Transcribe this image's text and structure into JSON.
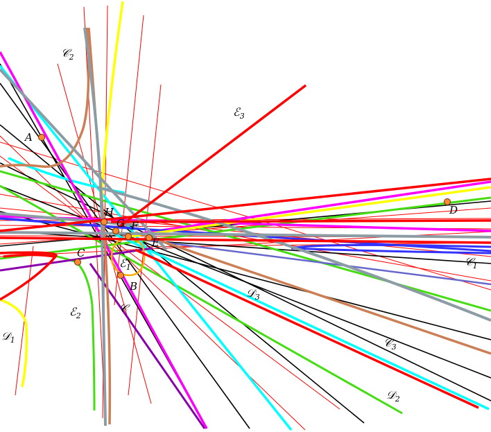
{
  "points": {
    "A": "A",
    "B": "B",
    "C": "C",
    "D": "D",
    "E": "E",
    "F": "F",
    "G": "G",
    "H": "H"
  },
  "curves": {
    "C": "𝒞",
    "C1": {
      "base": "𝒞",
      "sub": "1"
    },
    "C2": {
      "base": "𝒞",
      "sub": "2"
    },
    "C3": {
      "base": "𝒞",
      "sub": "3"
    },
    "D1": {
      "base": "𝒟",
      "sub": "1"
    },
    "D2": {
      "base": "𝒟",
      "sub": "2"
    },
    "D3": {
      "base": "𝒟",
      "sub": "3"
    },
    "E1": {
      "base": "ℰ",
      "sub": "1"
    },
    "E2": {
      "base": "ℰ",
      "sub": "2"
    },
    "E3": {
      "base": "ℰ",
      "sub": "3"
    }
  },
  "colors": {
    "red": "#ff0000",
    "black": "#000000",
    "green": "#44dd11",
    "cyan": "#00ffff",
    "magenta": "#ff00ff",
    "yellow": "#ffff00",
    "gray": "#8c9ca4",
    "brown": "#cc7f55",
    "blue": "#3333ff",
    "purple": "#8800aa",
    "orange": "#ffaa00",
    "point_fill": "#ff8833"
  }
}
